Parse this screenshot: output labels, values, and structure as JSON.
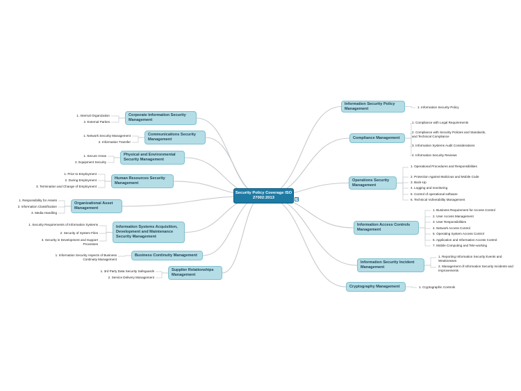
{
  "root": {
    "title": "Security Policy Coverage ISO 27002:2013",
    "color": "#1e7aa3"
  },
  "colors": {
    "branch": "#b4dde6",
    "branch_border": "#7fbfcf",
    "connector": "#c5c9cc"
  },
  "left_branches": [
    {
      "label": "Corporate Information Security Management",
      "leaves": [
        "1. Internal Organization",
        "2. External Parties"
      ]
    },
    {
      "label": "Communications Security Management",
      "leaves": [
        "1. Network Security Management",
        "2. Information Transfer"
      ]
    },
    {
      "label": "Physical and Environmental Security Management",
      "leaves": [
        "1. Secure Areas",
        "2. Equipment Security"
      ]
    },
    {
      "label": "Human Resources Security Management",
      "leaves": [
        "1. Prior to Employment",
        "2. During Employment",
        "3. Termination and Change of Employment"
      ]
    },
    {
      "label": "Organizational Asset Management",
      "leaves": [
        "1. Responsibility for Assets",
        "2. Information Classification",
        "3. Media Handling"
      ]
    },
    {
      "label": "Information Systems Acquisition, Development and Maintenance Security Management",
      "leaves": [
        "1. Security Requirements of Information Systems",
        "2. Security of System Files",
        "3. Security in Development and Support Processes"
      ]
    },
    {
      "label": "Business Continuity Management",
      "leaves": [
        "1. Information Security Aspects of Business Continuity Management"
      ]
    },
    {
      "label": "Supplier Relationships Management",
      "leaves": [
        "1. 3rd Party Data Security Safeguards",
        "2. Service Delivery Management"
      ]
    }
  ],
  "right_branches": [
    {
      "label": "Information Security Policy Management",
      "leaves": [
        "1. Information Security Policy"
      ]
    },
    {
      "label": "Compliance Management",
      "leaves": [
        "1. Compliance with Legal Requirements",
        "2. Compliance with Security Policies and Standards, and Technical Compliance",
        "3. Information Systems Audit Considerations",
        "4. Information Security Reviews"
      ]
    },
    {
      "label": "Operations Security Management",
      "leaves": [
        "1. Operational Procedures and Responsibilities",
        "2. Protection Against Malicious and Mobile Code",
        "3. Back-Up",
        "4. Logging and monitoring",
        "5. Control of operational software",
        "6. Technical Vulnerability Management"
      ]
    },
    {
      "label": "Information Access Controls Management",
      "leaves": [
        "1. Business Requirement for Access Control",
        "2. User Access Management",
        "3. User Responsibilities",
        "4. Network Access Control",
        "5. Operating System Access Control",
        "6. Application and Information Access Control",
        "7. Mobile Computing and Tele-working"
      ]
    },
    {
      "label": "Information Security Incident Management",
      "leaves": [
        "1. Reporting Information Security Events and Weaknesses",
        "2. Management of Information Security Incidents and Improvements"
      ]
    },
    {
      "label": "Cryptography Management",
      "leaves": [
        "1. Cryptographic Controls"
      ]
    }
  ]
}
